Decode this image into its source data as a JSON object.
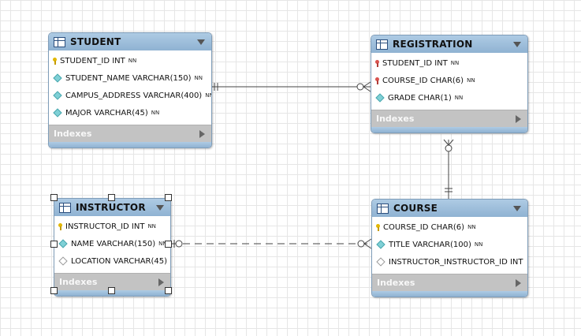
{
  "diagram": {
    "indexes_label": "Indexes",
    "nn_tag": "NN",
    "tables": {
      "student": {
        "title": "STUDENT",
        "columns": [
          {
            "name": "STUDENT_ID INT",
            "nn": true,
            "key": "pk"
          },
          {
            "name": "STUDENT_NAME VARCHAR(150)",
            "nn": true,
            "key": "attr"
          },
          {
            "name": "CAMPUS_ADDRESS VARCHAR(400)",
            "nn": true,
            "key": "attr"
          },
          {
            "name": "MAJOR VARCHAR(45)",
            "nn": true,
            "key": "attr"
          }
        ]
      },
      "registration": {
        "title": "REGISTRATION",
        "columns": [
          {
            "name": "STUDENT_ID INT",
            "nn": true,
            "key": "pk-fk"
          },
          {
            "name": "COURSE_ID CHAR(6)",
            "nn": true,
            "key": "pk-fk"
          },
          {
            "name": "GRADE CHAR(1)",
            "nn": true,
            "key": "attr"
          }
        ]
      },
      "instructor": {
        "title": "INSTRUCTOR",
        "columns": [
          {
            "name": "INSTRUCTOR_ID INT",
            "nn": true,
            "key": "pk"
          },
          {
            "name": "NAME VARCHAR(150)",
            "nn": true,
            "key": "attr"
          },
          {
            "name": "LOCATION VARCHAR(45)",
            "nn": false,
            "key": "nullable"
          }
        ]
      },
      "course": {
        "title": "COURSE",
        "columns": [
          {
            "name": "COURSE_ID CHAR(6)",
            "nn": true,
            "key": "pk"
          },
          {
            "name": "TITLE VARCHAR(100)",
            "nn": true,
            "key": "attr"
          },
          {
            "name": "INSTRUCTOR_INSTRUCTOR_ID INT",
            "nn": false,
            "key": "nullable"
          }
        ]
      }
    },
    "relationships": [
      {
        "from": "STUDENT",
        "to": "REGISTRATION",
        "from_card": "one-and-only-one",
        "to_card": "zero-or-many",
        "style": "solid"
      },
      {
        "from": "COURSE",
        "to": "REGISTRATION",
        "from_card": "one-and-only-one",
        "to_card": "zero-or-many",
        "style": "solid"
      },
      {
        "from": "INSTRUCTOR",
        "to": "COURSE",
        "from_card": "zero-or-one",
        "to_card": "zero-or-many",
        "style": "dashed"
      }
    ],
    "colors": {
      "header": "#9dbfdd",
      "indexes_bar": "#c3c3c3",
      "pk_icon": "#e2b700",
      "fk_icon": "#d9534f",
      "attr_icon": "#7fd0d6"
    }
  }
}
